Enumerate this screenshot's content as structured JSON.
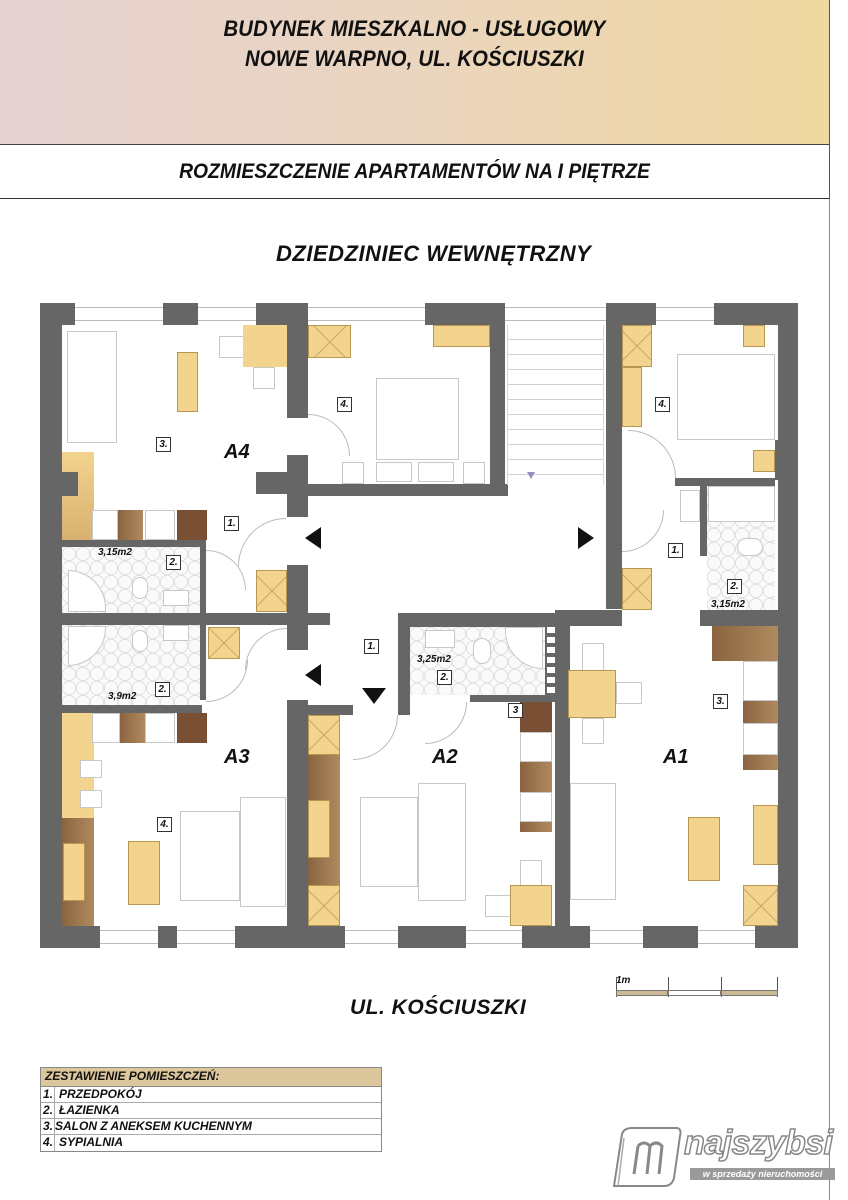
{
  "header": {
    "title_line1": "BUDYNEK MIESZKALNO - USŁUGOWY",
    "title_line2": "NOWE WARPNO, UL. KOŚCIUSZKI",
    "subtitle": "ROZMIESZCZENIE APARTAMENTÓW NA I PIĘTRZE",
    "gradient_colors": [
      "#e6d2d2",
      "#f0d8a0"
    ]
  },
  "plan": {
    "top_label": "DZIEDZINIEC  WEWNĘTRZNY",
    "bottom_label": "UL. KOŚCIUSZKI",
    "wall_color": "#666666",
    "wood_color": "#f2d48e",
    "apartments": [
      {
        "id": "A1",
        "label": "A1"
      },
      {
        "id": "A2",
        "label": "A2"
      },
      {
        "id": "A3",
        "label": "A3"
      },
      {
        "id": "A4",
        "label": "A4"
      }
    ],
    "room_numbers": {
      "a4_salon": "3.",
      "a4_bedroom": "4.",
      "a4_hall": "1.",
      "a4_bath": "2.",
      "a3_bath": "2.",
      "a3_bedroom": "4.",
      "corridor": "1.",
      "a2_bath": "2.",
      "a2_salon": "3",
      "a1_bedroom": "4.",
      "a1_hall": "1.",
      "a1_bath": "2.",
      "a1_salon": "3."
    },
    "areas": {
      "a4_bath": "3,15m2",
      "a3_bath": "3,9m2",
      "a2_bath": "3,25m2",
      "a1_bath": "3,15m2"
    }
  },
  "scale_bar": {
    "label": "1m"
  },
  "legend": {
    "title": "ZESTAWIENIE POMIESZCZEŃ:",
    "items": [
      {
        "num": "1.",
        "label": "PRZEDPOKÓJ"
      },
      {
        "num": "2.",
        "label": "ŁAZIENKA"
      },
      {
        "num": "3.",
        "label": "SALON Z ANEKSEM KUCHENNYM"
      },
      {
        "num": "4.",
        "label": "SYPIALNIA"
      }
    ]
  },
  "watermark": {
    "brand": "najszybsi",
    "tagline": "w sprzedaży nieruchomości"
  }
}
